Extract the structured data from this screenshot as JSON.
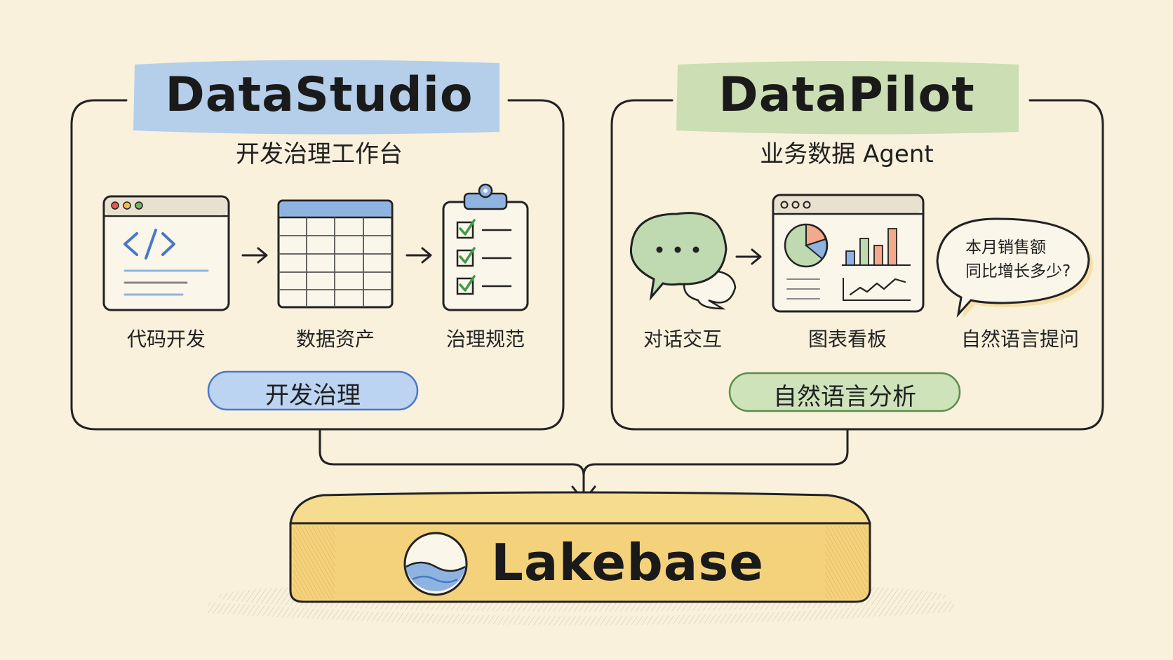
{
  "datastudio": {
    "title": "DataStudio",
    "subtitle": "开发治理工作台",
    "steps": [
      "代码开发",
      "数据资产",
      "治理规范"
    ],
    "pill": "开发治理",
    "accent": "#a9c8ec",
    "pill_color": "#bcd4f2"
  },
  "datapilot": {
    "title": "DataPilot",
    "subtitle": "业务数据 Agent",
    "steps": [
      "对话交互",
      "图表看板",
      "自然语言提问"
    ],
    "bubble_lines": [
      "本月销售额",
      "同比增长多少?"
    ],
    "pill": "自然语言分析",
    "accent": "#c6dcae",
    "pill_color": "#cfe3bb"
  },
  "lakebase": {
    "label": "Lakebase",
    "color": "#f4d27c"
  },
  "icons": [
    "code-window-icon",
    "table-icon",
    "checklist-clipboard-icon",
    "chat-bubbles-icon",
    "dashboard-icon",
    "question-bubble-icon",
    "lake-logo-icon",
    "arrow-right-icon"
  ]
}
